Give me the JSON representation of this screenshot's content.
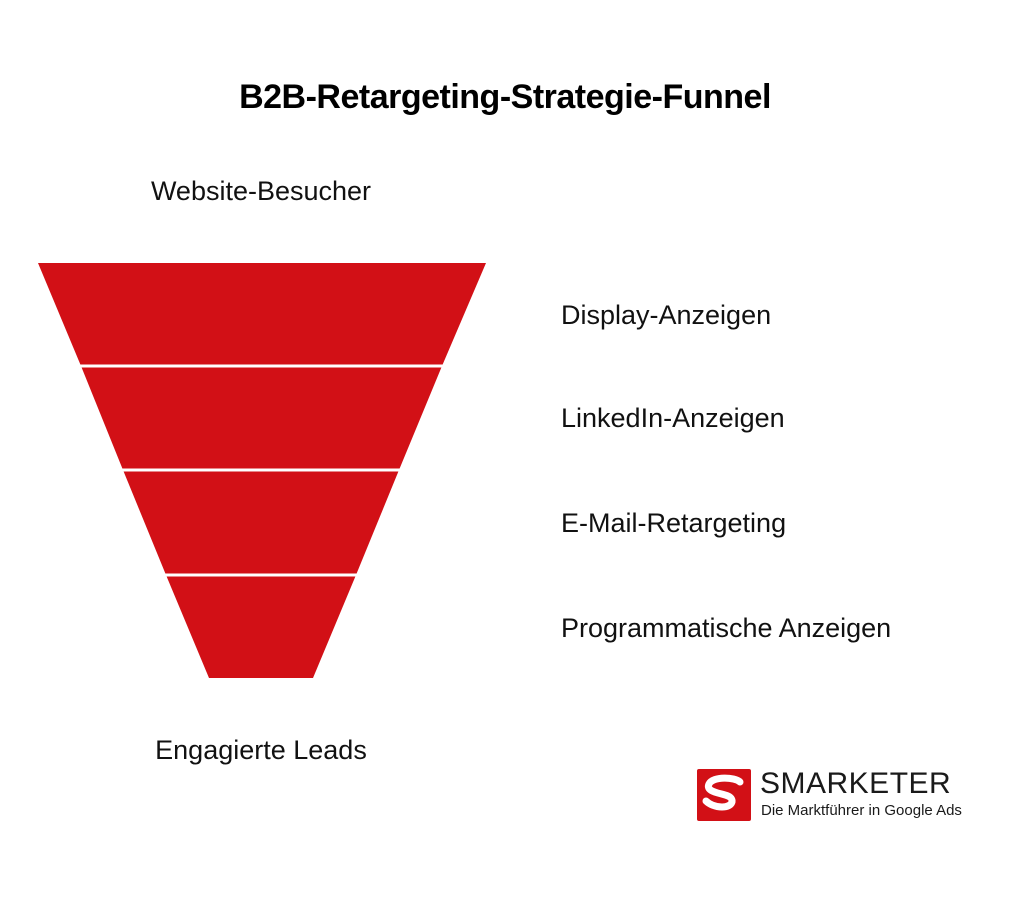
{
  "title": "B2B-Retargeting-Strategie-Funnel",
  "top_label": "Website-Besucher",
  "bottom_label": "Engagierte Leads",
  "stages": [
    {
      "label": "Display-Anzeigen"
    },
    {
      "label": "LinkedIn-Anzeigen"
    },
    {
      "label": "E-Mail-Retargeting"
    },
    {
      "label": "Programmatische Anzeigen"
    }
  ],
  "colors": {
    "funnel": "#d21016",
    "divider": "#ffffff",
    "logo_red": "#d21016"
  },
  "logo": {
    "name": "SMARKETER",
    "tagline": "Die Marktführer in Google Ads",
    "icon": "smarketer-s-logo-icon"
  }
}
